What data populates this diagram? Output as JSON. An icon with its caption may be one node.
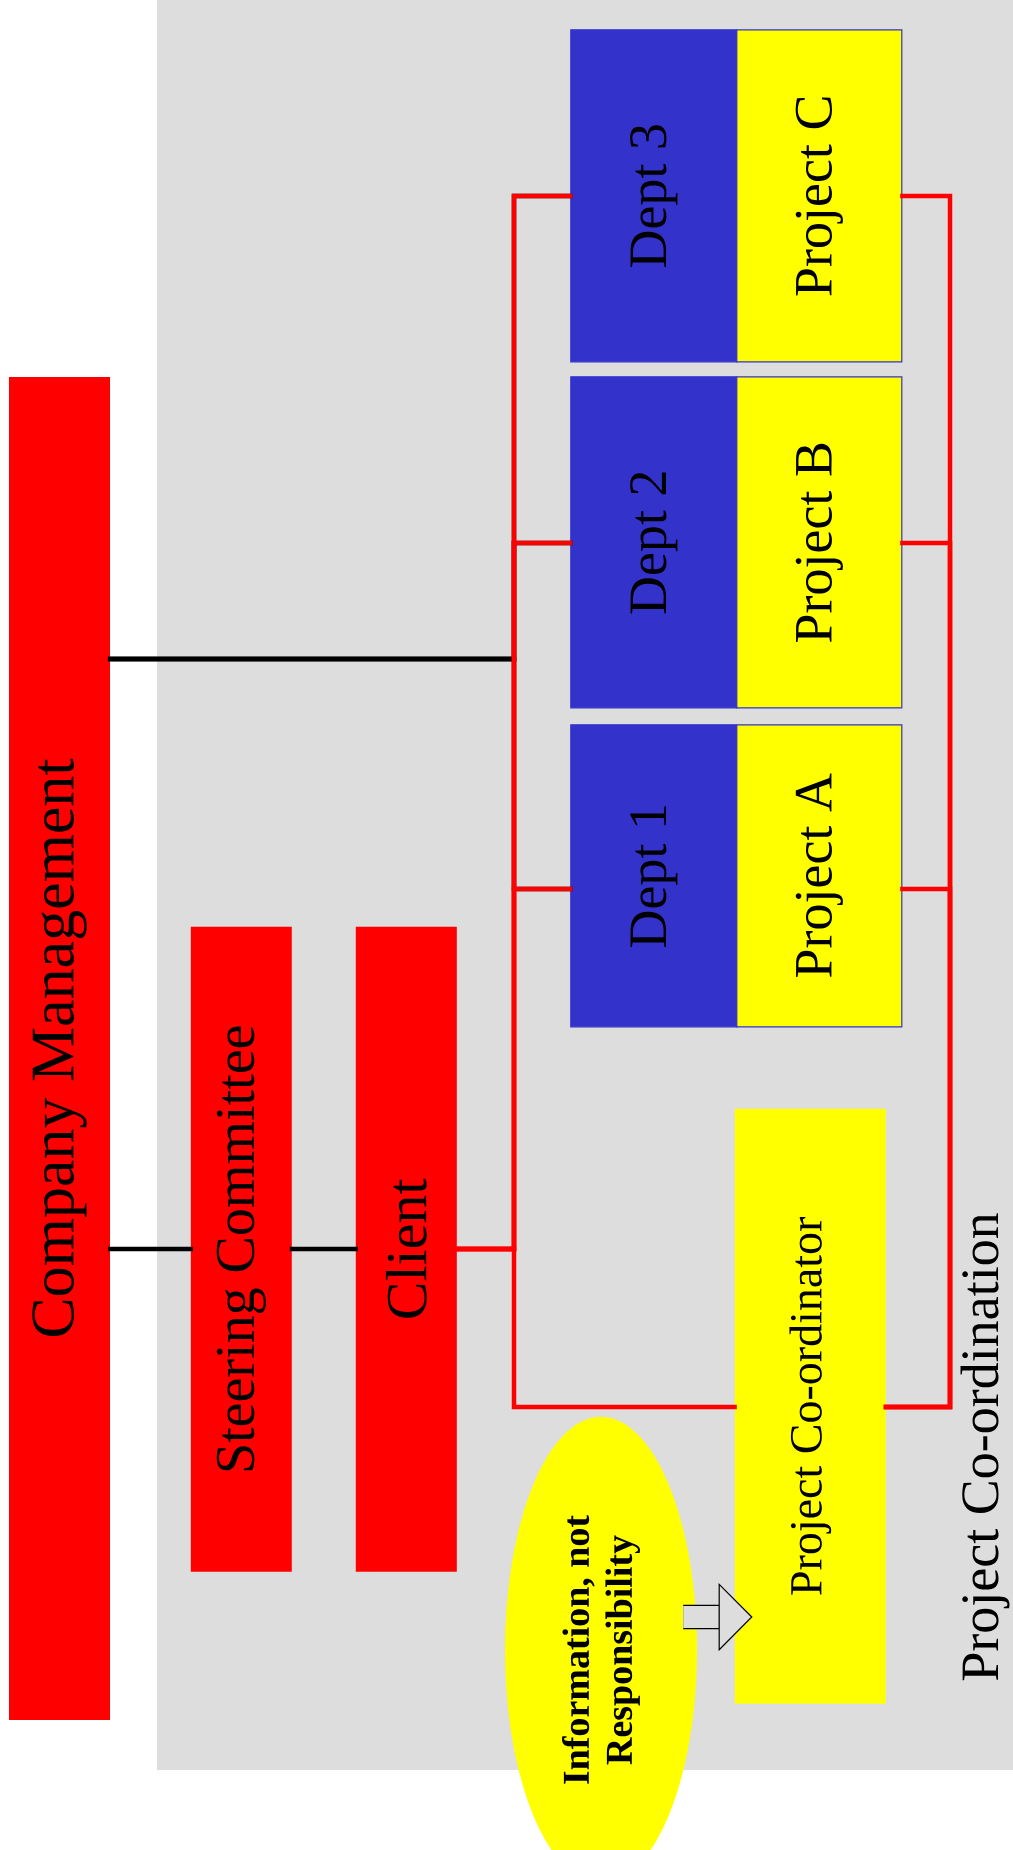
{
  "diagram": {
    "nodes": [
      {
        "text": [
          "Project Co-ordination"
        ]
      },
      {
        "text": [
          "Company Management"
        ]
      },
      {
        "text": [
          "Steering Committee"
        ],
        "in": 0
      },
      {
        "text": [
          "Client"
        ],
        "in": 0
      },
      {
        "text": [
          "Dept 1"
        ],
        "in": 0
      },
      {
        "text": [
          "Project A"
        ],
        "in": 0
      },
      {
        "text": [
          "Dept 2"
        ],
        "in": 0
      },
      {
        "text": [
          "Project B"
        ],
        "in": 0
      },
      {
        "text": [
          "Dept 3"
        ],
        "in": 0
      },
      {
        "text": [
          "Project C"
        ],
        "in": 0
      },
      {
        "text": [
          "Project Co-ordinator"
        ],
        "in": 0
      },
      {
        "text": [
          "Information, not Responsibility"
        ]
      }
    ],
    "edges": [
      {
        "from": 1,
        "to": 2,
        "arrow": "none",
        "color": "#000000"
      },
      {
        "from": 2,
        "to": 3,
        "arrow": "none",
        "color": "#000000"
      },
      {
        "from": 1,
        "to": 4,
        "arrow": "none",
        "color": "#000000"
      },
      {
        "from": 1,
        "to": 6,
        "arrow": "none",
        "color": "#000000"
      },
      {
        "from": 1,
        "to": 8,
        "arrow": "none",
        "color": "#000000"
      },
      {
        "from": 3,
        "to": 4,
        "arrow": "none"
      },
      {
        "from": 3,
        "to": 6,
        "arrow": "none"
      },
      {
        "from": 3,
        "to": 8,
        "arrow": "none"
      },
      {
        "from": 3,
        "to": 10,
        "arrow": "none"
      },
      {
        "from": 10,
        "to": 5,
        "arrow": "none"
      },
      {
        "from": 10,
        "to": 7,
        "arrow": "none"
      },
      {
        "from": 10,
        "to": 9,
        "arrow": "none"
      },
      {
        "from": 11,
        "to": 10,
        "arrow": "to",
        "style": "thick",
        "color": "#000000"
      }
    ]
  }
}
